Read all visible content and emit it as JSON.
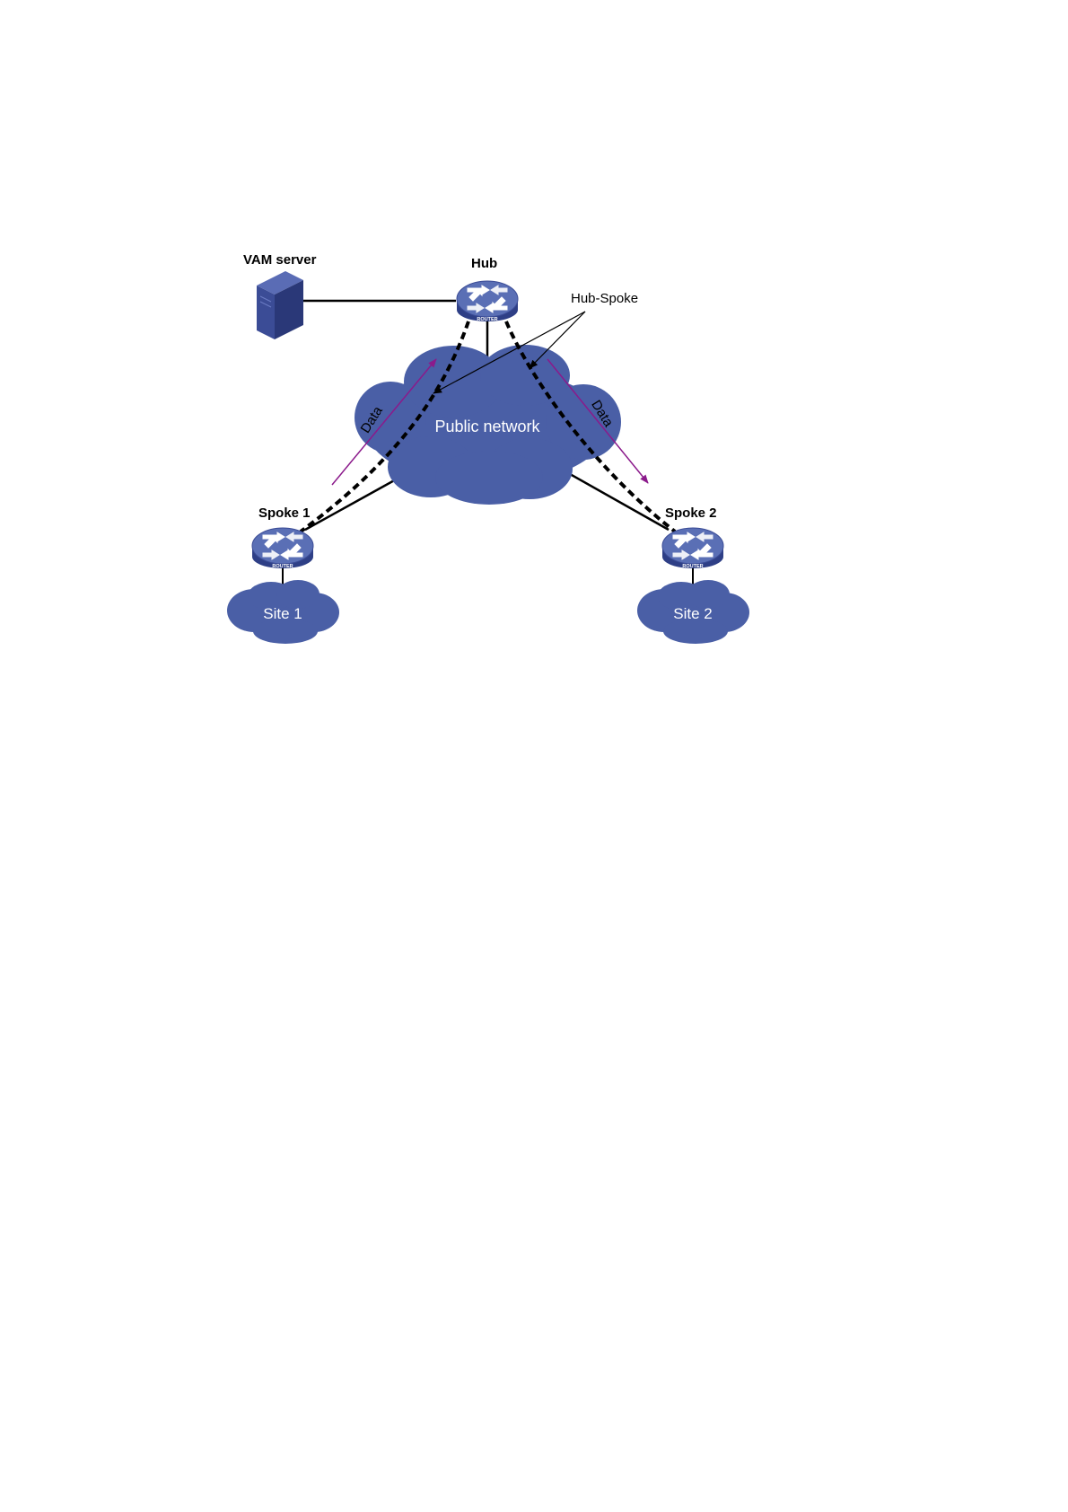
{
  "labels": {
    "vam_server": "VAM server",
    "hub": "Hub",
    "hub_spoke": "Hub-Spoke",
    "public_network": "Public network",
    "data_left": "Data",
    "data_right": "Data",
    "spoke1": "Spoke 1",
    "spoke2": "Spoke 2",
    "site1": "Site 1",
    "site2": "Site 2",
    "router_caption": "ROUTER"
  },
  "colors": {
    "cloud": "#4a5fa6",
    "router_top": "#5a6fb5",
    "router_side": "#2e3f86",
    "server_front": "#3b4c96",
    "server_side": "#2a3878",
    "server_top": "#5a6cb5",
    "data_arrow": "#8b1a8b",
    "line": "#000000"
  }
}
